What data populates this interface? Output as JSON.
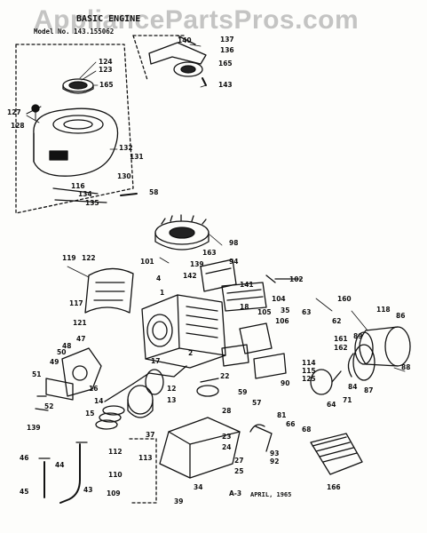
{
  "watermark": "AppliancePartsPros.com",
  "title": "BASIC ENGINE",
  "model": "Model No. 143.155062",
  "date": "APRIL, 1965",
  "sheet_ref": "A-3",
  "labels": {
    "n124": "124",
    "n123": "123",
    "n165": "165",
    "n127": "127",
    "n128": "128",
    "n132": "132",
    "n131": "131",
    "n130": "130",
    "n116": "116",
    "n134": "134",
    "n135": "135",
    "n58": "58",
    "n140": "140",
    "n137": "137",
    "n136": "136",
    "n165b": "165",
    "n143": "143",
    "n98": "98",
    "n101": "101",
    "n163": "163",
    "n94": "94",
    "n4": "4",
    "n142": "142",
    "n139": "139",
    "n102": "102",
    "n141": "141",
    "n1": "1",
    "n105": "105",
    "n35": "35",
    "n104": "104",
    "n106": "106",
    "n160": "160",
    "n18": "18",
    "n119": "119",
    "n122": "122",
    "n117": "117",
    "n121": "121",
    "n63": "63",
    "n62": "62",
    "n161": "161",
    "n162": "162",
    "n118": "118",
    "n86": "86",
    "n89": "89",
    "n88": "88",
    "n50": "50",
    "n49": "49",
    "n48": "48",
    "n47": "47",
    "n51": "51",
    "n52": "52",
    "n139b": "139",
    "n16": "16",
    "n14": "14",
    "n15": "15",
    "n12": "12",
    "n13": "13",
    "n17": "17",
    "n2": "2",
    "n22": "22",
    "n24": "24",
    "n114": "114",
    "n115": "115",
    "n125": "125",
    "n84": "84",
    "n87": "87",
    "n64": "64",
    "n71": "71",
    "n81": "81",
    "n57": "57",
    "n59": "59",
    "n90": "90",
    "n66": "66",
    "n68": "68",
    "n28": "28",
    "n112": "112",
    "n113": "113",
    "n110": "110",
    "n109": "109",
    "n37": "37",
    "n23": "23",
    "n27": "27",
    "n25": "25",
    "n34": "34",
    "n39": "39",
    "n93": "93",
    "n92": "92",
    "n166": "166",
    "n46": "46",
    "n44": "44",
    "n45": "45",
    "n43": "43"
  }
}
